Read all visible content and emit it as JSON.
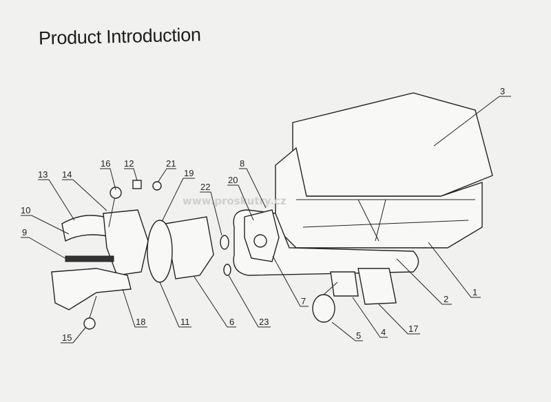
{
  "title": "Product Introduction",
  "watermark": "www.proskutry.cz",
  "parts": [
    {
      "num": "1"
    },
    {
      "num": "2"
    },
    {
      "num": "3"
    },
    {
      "num": "4"
    },
    {
      "num": "5"
    },
    {
      "num": "6"
    },
    {
      "num": "7"
    },
    {
      "num": "8"
    },
    {
      "num": "9"
    },
    {
      "num": "10"
    },
    {
      "num": "11"
    },
    {
      "num": "12"
    },
    {
      "num": "13"
    },
    {
      "num": "14"
    },
    {
      "num": "15"
    },
    {
      "num": "16"
    },
    {
      "num": "17"
    },
    {
      "num": "18"
    },
    {
      "num": "19"
    },
    {
      "num": "20"
    },
    {
      "num": "21"
    },
    {
      "num": "22"
    },
    {
      "num": "23"
    }
  ]
}
